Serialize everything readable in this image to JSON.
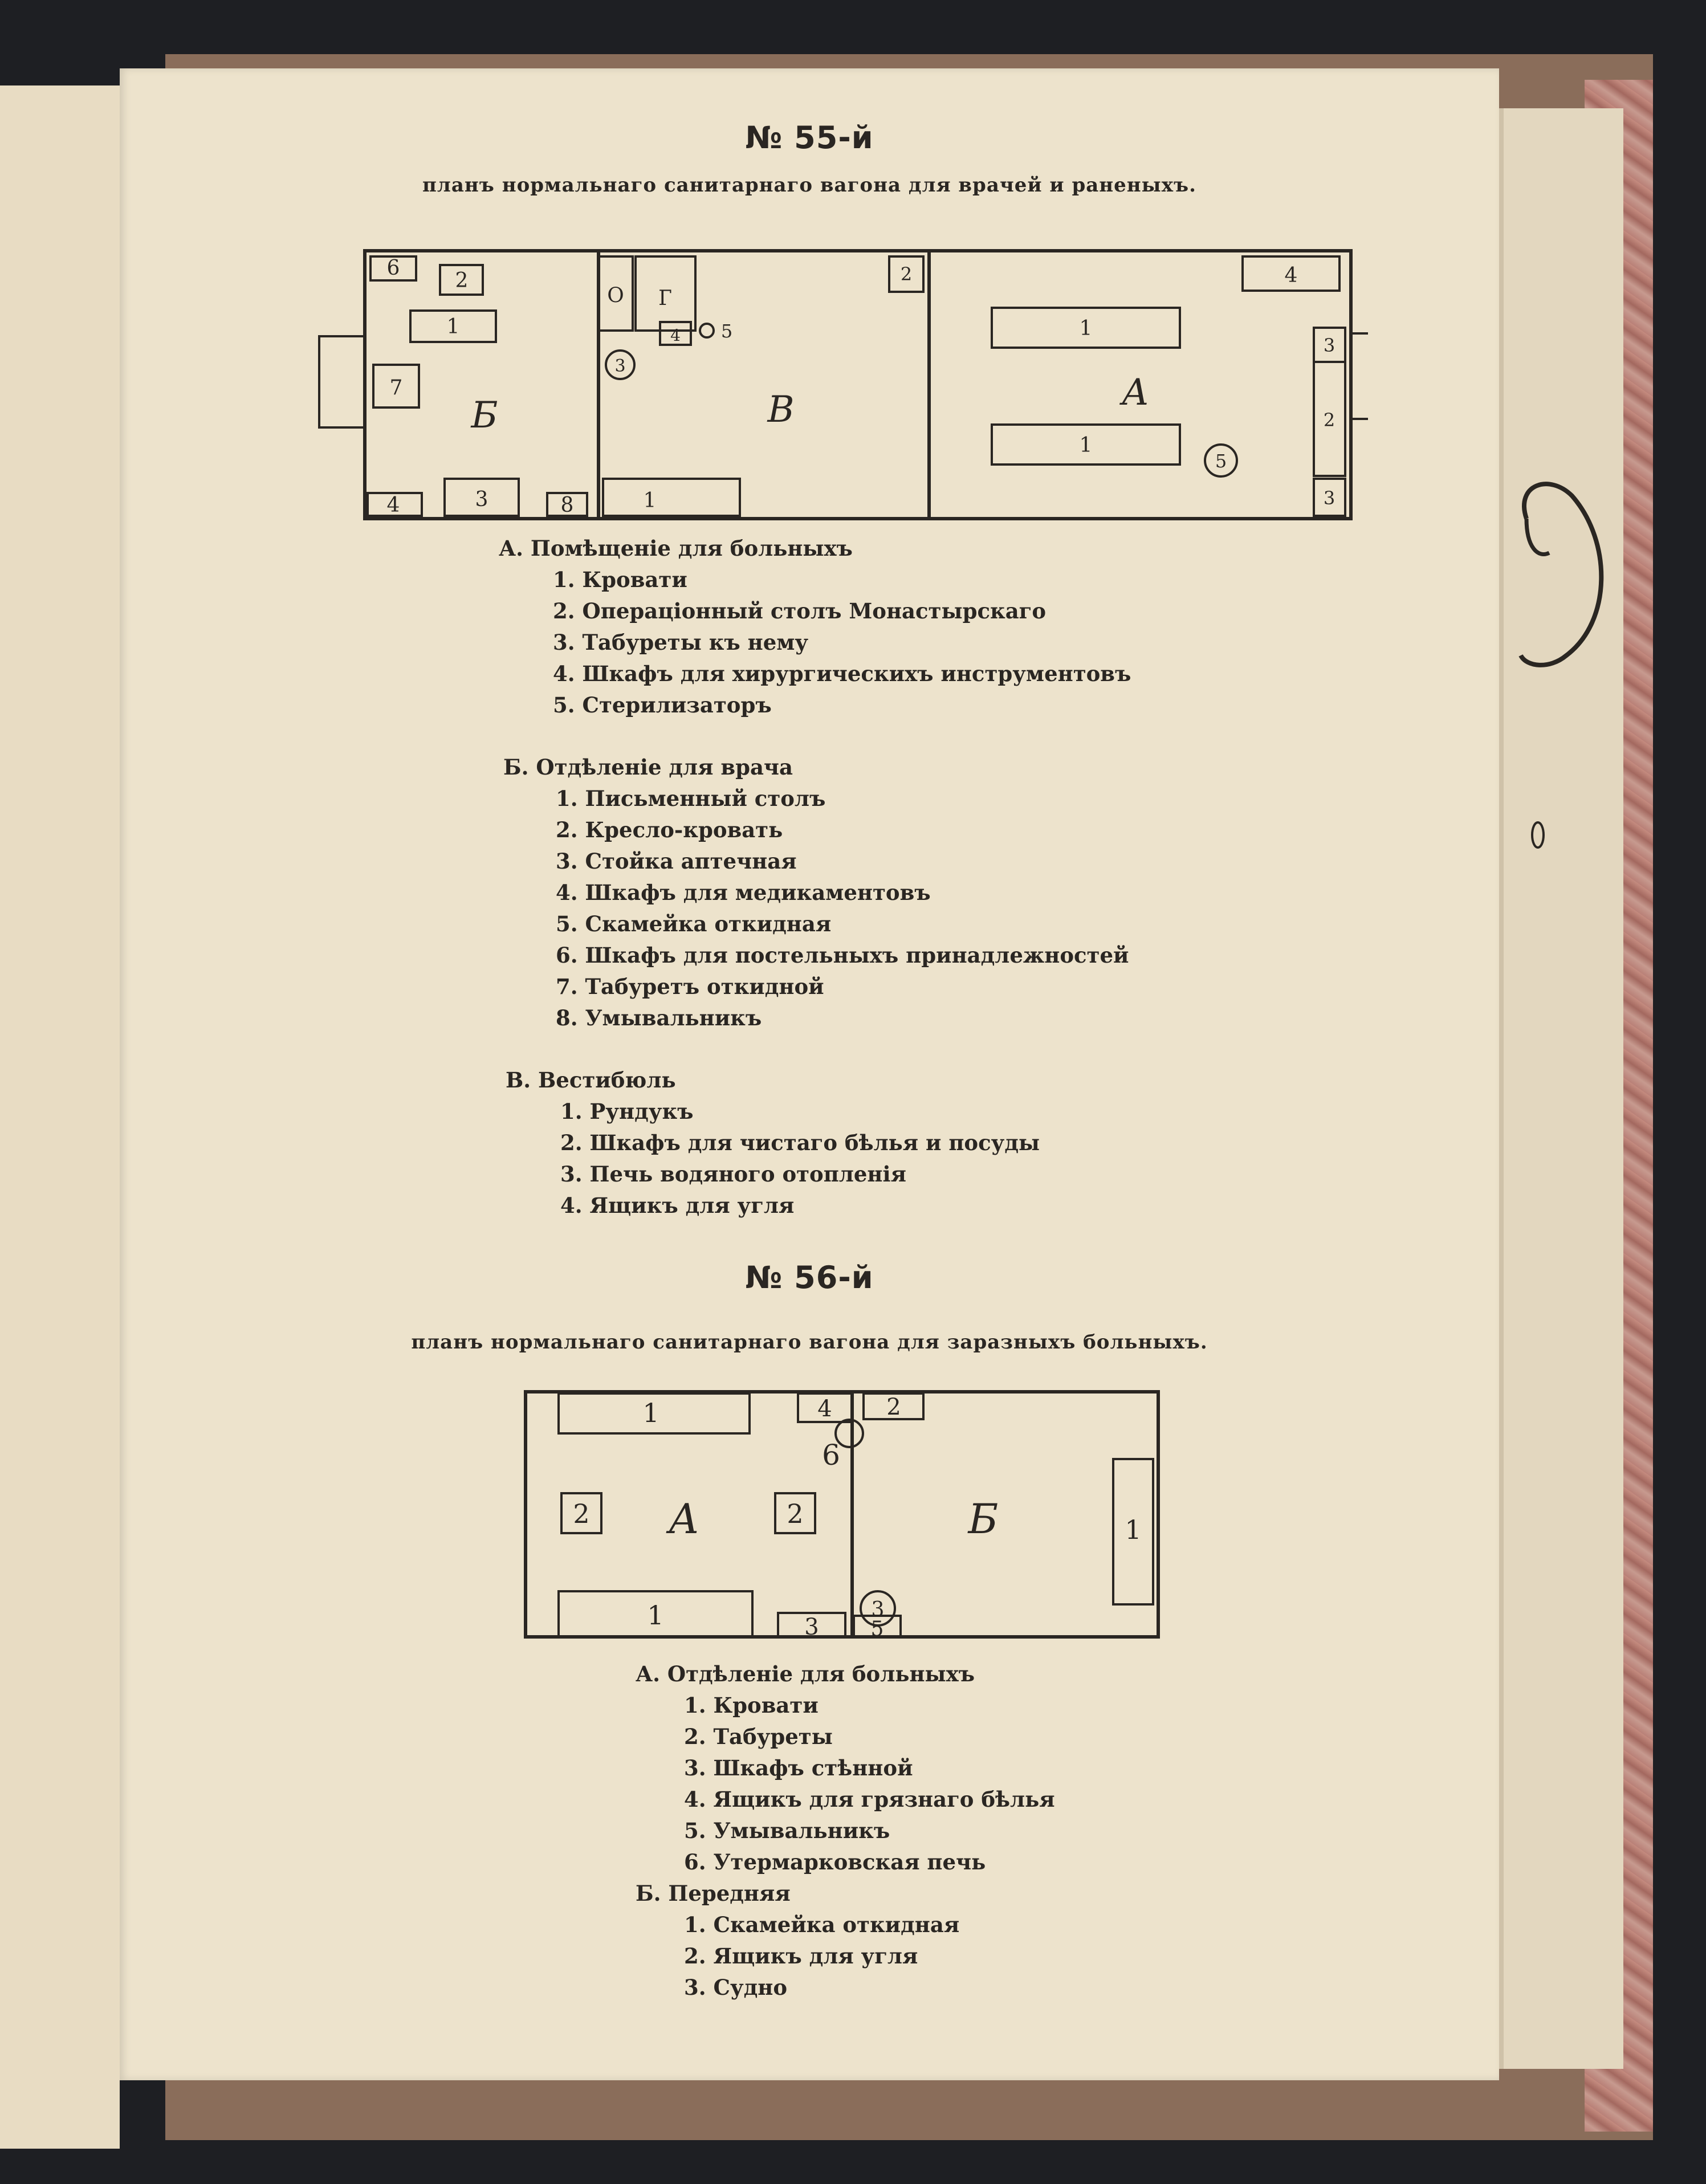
{
  "plan55": {
    "heading": "№ 55-й",
    "subtitle": "планъ нормальнаго санитарнаго вагона для врачей и раненыхъ.",
    "rooms": {
      "a": "А",
      "b": "Б",
      "v": "В"
    },
    "labels": {
      "b6": "6",
      "b2": "2",
      "b1": "1",
      "b7": "7",
      "b4": "4",
      "b3": "3",
      "b8": "8",
      "v0": "О",
      "vG": "Г",
      "v4": "4",
      "v5": "5",
      "v3": "3",
      "v1": "1",
      "v2": "2",
      "a4": "4",
      "a1top": "1",
      "a1bot": "1",
      "a5": "5",
      "a3top": "3",
      "a2": "2",
      "a3bot": "3"
    },
    "legend": {
      "a_title": "А. Помѣщеніе для больныхъ",
      "a_items": [
        "1. Кровати",
        "2. Операціонный столъ Монастырскаго",
        "3. Табуреты къ нему",
        "4. Шкафъ для хирургическихъ инструментовъ",
        "5. Стерилизаторъ"
      ],
      "b_title": "Б. Отдѣленіе для врача",
      "b_items": [
        "1. Письменный столъ",
        "2. Кресло-кровать",
        "3. Стойка аптечная",
        "4. Шкафъ для медикаментовъ",
        "5. Скамейка откидная",
        "6. Шкафъ для постельныхъ принадлежностей",
        "7. Табуретъ откидной",
        "8. Умывальникъ"
      ],
      "v_title": "В. Вестибюль",
      "v_items": [
        "1. Рундукъ",
        "2. Шкафъ для чистаго бѣлья и посуды",
        "3. Печь водяного отопленія",
        "4. Ящикъ для угля"
      ]
    }
  },
  "plan56": {
    "heading": "№ 56-й",
    "subtitle": "планъ нормальнаго санитарнаго вагона для заразныхъ больныхъ.",
    "rooms": {
      "a": "А",
      "b": "Б"
    },
    "labels": {
      "a1top": "1",
      "a4": "4",
      "b2top": "2",
      "a6": "6",
      "a2left": "2",
      "a2right": "2",
      "a1bot": "1",
      "a3": "3",
      "a5": "5",
      "b3": "3",
      "b1": "1"
    },
    "legend": {
      "a_title": "А. Отдѣленіе для больныхъ",
      "a_items": [
        "1. Кровати",
        "2. Табуреты",
        "3. Шкафъ стѣнной",
        "4. Ящикъ для грязнаго бѣлья",
        "5. Умывальникъ",
        "6. Утермарковская печь"
      ],
      "b_title": "Б. Передняя",
      "b_items": [
        "1. Скамейка откидная",
        "2. Ящикъ для угля",
        "3. Судно"
      ]
    }
  }
}
